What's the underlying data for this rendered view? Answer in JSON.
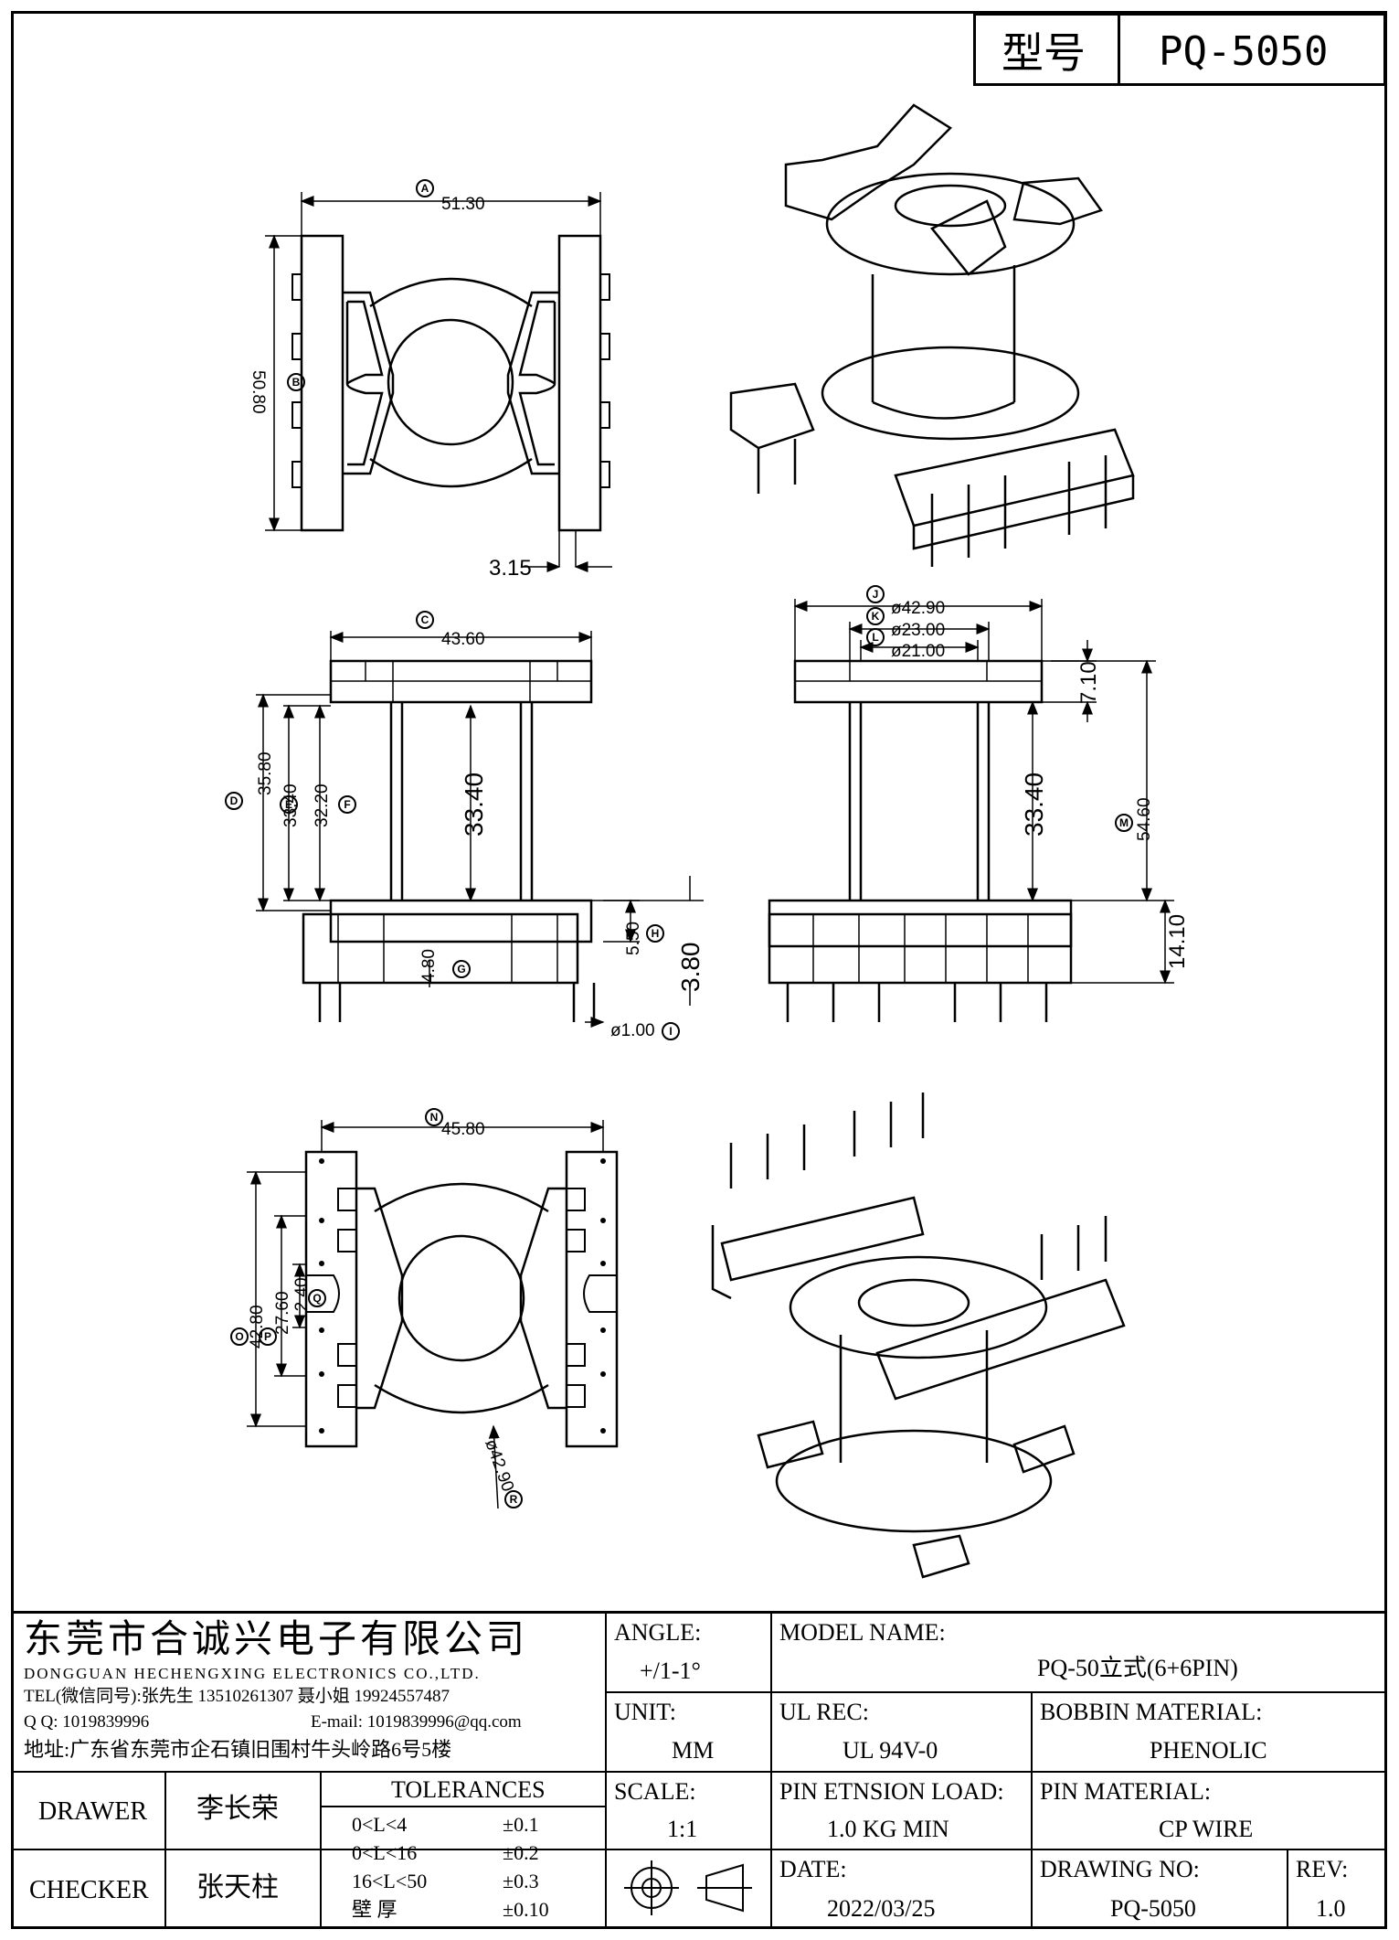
{
  "header": {
    "model_label": "型号",
    "model_value": "PQ-5050"
  },
  "views": {
    "top": {
      "A": "51.30",
      "B": "50.80",
      "pin_pitch": "3.15"
    },
    "front": {
      "C": "43.60",
      "D": "35.80",
      "E": "33.40",
      "F": "32.20",
      "winding": "33.40",
      "G": "4.80",
      "H": "5.50",
      "pin_len": "3.80",
      "I": "ø1.00"
    },
    "side": {
      "J": "ø42.90",
      "K": "ø23.00",
      "L": "ø21.00",
      "flange": "7.10",
      "winding": "33.40",
      "M": "54.60",
      "bottom": "14.10"
    },
    "bottom": {
      "N": "45.80",
      "O": "42.80",
      "P": "27.60",
      "Q": "12.40",
      "R": "ø42.90"
    }
  },
  "bubbles": {
    "A": "A",
    "B": "B",
    "C": "C",
    "D": "D",
    "E": "E",
    "F": "F",
    "G": "G",
    "H": "H",
    "I": "I",
    "J": "J",
    "K": "K",
    "L": "L",
    "M": "M",
    "N": "N",
    "O": "O",
    "P": "P",
    "Q": "Q",
    "R": "R"
  },
  "company": {
    "name_cn": "东莞市合诚兴电子有限公司",
    "name_en": "DONGGUAN HECHENGXING ELECTRONICS CO.,LTD.",
    "tel": "TEL(微信同号):张先生 13510261307 聂小姐 19924557487",
    "qq": "Q Q: 1019839996",
    "email": "E-mail: 1019839996@qq.com",
    "address": "地址:广东省东莞市企石镇旧围村牛头岭路6号5楼"
  },
  "title_block": {
    "angle_label": "ANGLE:",
    "angle_value": "+/1-1°",
    "unit_label": "UNIT:",
    "unit_value": "MM",
    "scale_label": "SCALE:",
    "scale_value": "1:1",
    "model_name_label": "MODEL NAME:",
    "model_name_value": "PQ-50立式(6+6PIN)",
    "ul_label": "UL REC:",
    "ul_value": "UL 94V-0",
    "bobbin_label": "BOBBIN MATERIAL:",
    "bobbin_value": "PHENOLIC",
    "pin_load_label": "PIN ETNSION LOAD:",
    "pin_load_value": "1.0 KG MIN",
    "pin_mat_label": "PIN MATERIAL:",
    "pin_mat_value": "CP WIRE",
    "date_label": "DATE:",
    "date_value": "2022/03/25",
    "drawing_no_label": "DRAWING NO:",
    "drawing_no_value": "PQ-5050",
    "rev_label": "REV:",
    "rev_value": "1.0",
    "drawer_label": "DRAWER",
    "drawer_value": "李长荣",
    "checker_label": "CHECKER",
    "checker_value": "张天柱",
    "tolerances_label": "TOLERANCES",
    "tolerances": [
      {
        "range": "0<L<4",
        "value": "±0.1"
      },
      {
        "range": "0<L<16",
        "value": "±0.2"
      },
      {
        "range": "16<L<50",
        "value": "±0.3"
      },
      {
        "range": "壁    厚",
        "value": "±0.10"
      }
    ]
  }
}
